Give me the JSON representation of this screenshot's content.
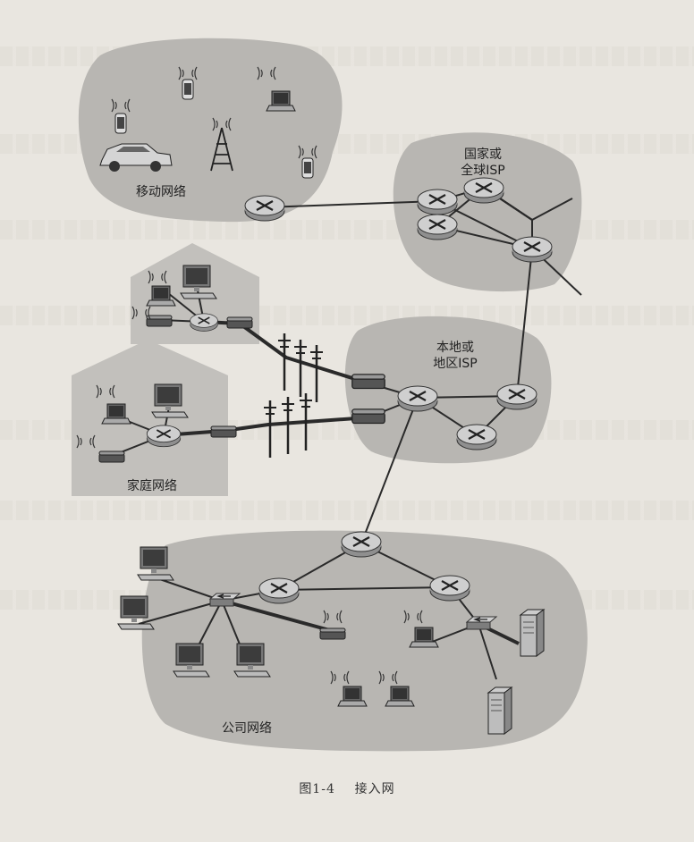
{
  "labels": {
    "mobile_network": "移动网络",
    "national_isp": "国家或\n全球ISP",
    "regional_isp": "本地或\n地区ISP",
    "home_network": "家庭网络",
    "enterprise_network": "公司网络"
  },
  "caption": {
    "figure_number": "图1-4",
    "figure_title": "接入网"
  },
  "colors": {
    "page": "#e9e6e0",
    "cloud": "#b9b7b3",
    "link": "#2a2a2a",
    "router_fill": "#c9c9c9",
    "router_edge": "#3a3a3a"
  },
  "icons": [
    "router-icon",
    "switch-icon",
    "modem-icon",
    "cell-tower-icon",
    "car-icon",
    "phone-icon",
    "laptop-icon",
    "desktop-icon",
    "server-icon",
    "wifi-waves-icon",
    "house-icon",
    "utility-pole-icon"
  ]
}
